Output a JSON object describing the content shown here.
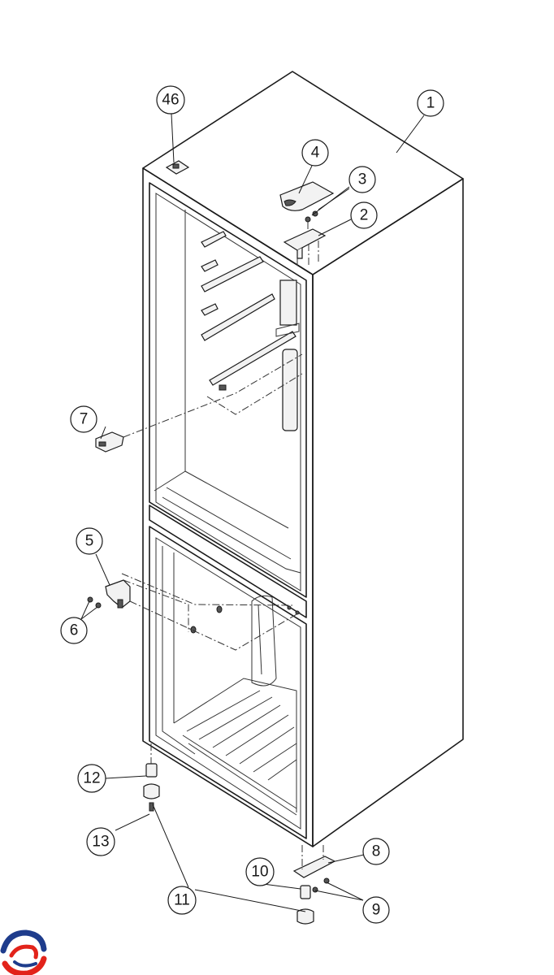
{
  "callouts": [
    {
      "id": "c1",
      "label": "1"
    },
    {
      "id": "c46",
      "label": "46"
    },
    {
      "id": "c4",
      "label": "4"
    },
    {
      "id": "c3",
      "label": "3"
    },
    {
      "id": "c2",
      "label": "2"
    },
    {
      "id": "c7",
      "label": "7"
    },
    {
      "id": "c5",
      "label": "5"
    },
    {
      "id": "c6",
      "label": "6"
    },
    {
      "id": "c12",
      "label": "12"
    },
    {
      "id": "c13",
      "label": "13"
    },
    {
      "id": "c8",
      "label": "8"
    },
    {
      "id": "c10",
      "label": "10"
    },
    {
      "id": "c11",
      "label": "11"
    },
    {
      "id": "c9",
      "label": "9"
    }
  ],
  "colors": {
    "line": "#1a1a1a",
    "logo_red": "#e2231a",
    "logo_blue": "#1e3c8c"
  },
  "logo": {
    "icon": "brand-logo-icon"
  }
}
